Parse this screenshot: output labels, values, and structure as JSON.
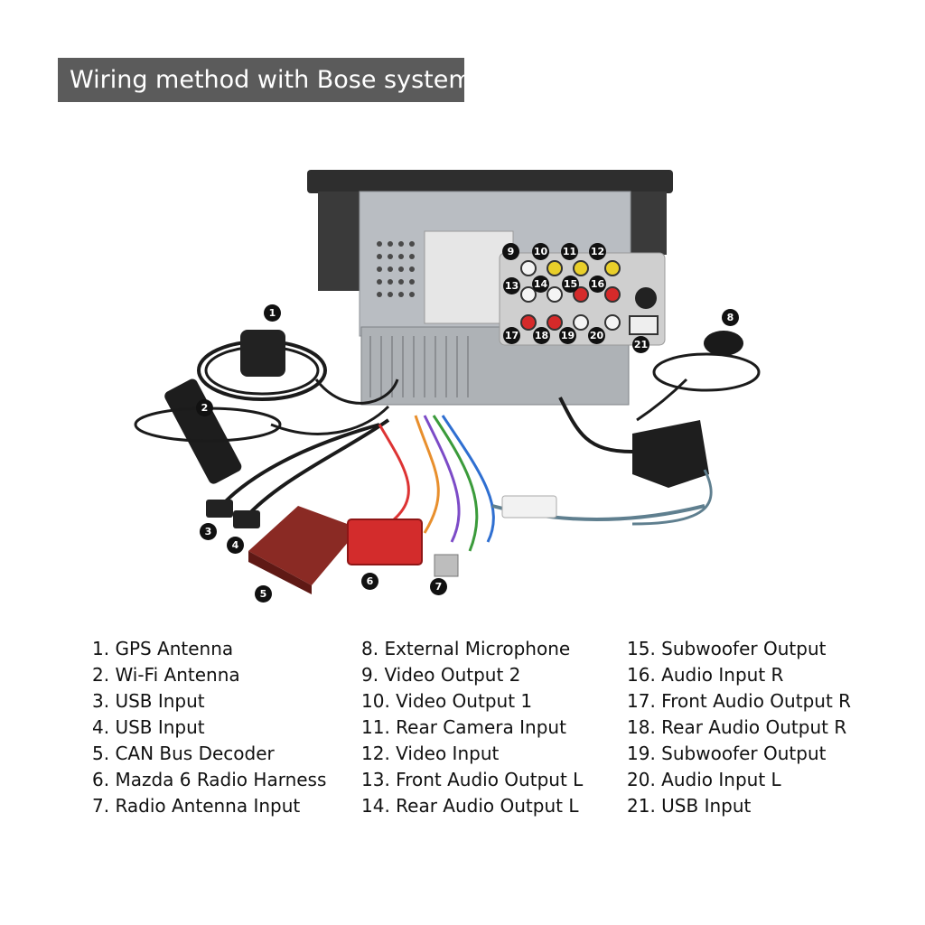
{
  "title": "Wiring method with Bose system",
  "markers": {
    "m1": "1",
    "m2": "2",
    "m3": "3",
    "m4": "4",
    "m5": "5",
    "m6": "6",
    "m7": "7",
    "m8": "8",
    "m9": "9",
    "m10": "10",
    "m11": "11",
    "m12": "12",
    "m13": "13",
    "m14": "14",
    "m15": "15",
    "m16": "16",
    "m17": "17",
    "m18": "18",
    "m19": "19",
    "m20": "20",
    "m21": "21"
  },
  "legend": {
    "col1": [
      "1. GPS Antenna",
      "2. Wi-Fi Antenna",
      "3. USB Input",
      "4. USB Input",
      "5. CAN Bus Decoder",
      "6. Mazda 6 Radio Harness",
      "7. Radio Antenna Input"
    ],
    "col2": [
      "8.  External Microphone",
      "9.  Video Output 2",
      "10. Video Output 1",
      "11. Rear Camera Input",
      "12. Video Input",
      "13. Front Audio Output L",
      "14. Rear Audio Output L"
    ],
    "col3": [
      "15. Subwoofer Output",
      "16. Audio Input R",
      "17. Front Audio Output R",
      "18. Rear Audio Output R",
      "19. Subwoofer Output",
      "20. Audio Input L",
      "21. USB Input"
    ]
  },
  "colors": {
    "title_bg": "#5b5b5b",
    "decoder_red": "#7a1e1a",
    "harness_red": "#d02a2a",
    "panel_gray": "#c9c9c9",
    "rca_yellow": "#e9cf2a",
    "rca_red": "#d52a2a",
    "rca_white": "#f4f4f4"
  }
}
